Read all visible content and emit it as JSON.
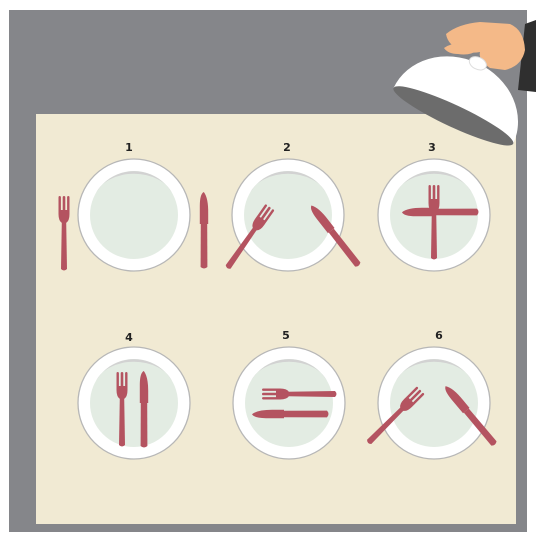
{
  "colors": {
    "background": "#85868a",
    "tablecloth": "#f1ead3",
    "plate_rim": "#ffffff",
    "plate_outline": "#b7b7b7",
    "plate_center": "#e3ece3",
    "plate_shadow": "#d2d2d2",
    "cutlery": "#b45360",
    "skin": "#f4b988",
    "cloche": "#ffffff",
    "cloche_inner": "#6c6c6c"
  },
  "labels": [
    "1",
    "2",
    "3",
    "4",
    "5",
    "6"
  ]
}
